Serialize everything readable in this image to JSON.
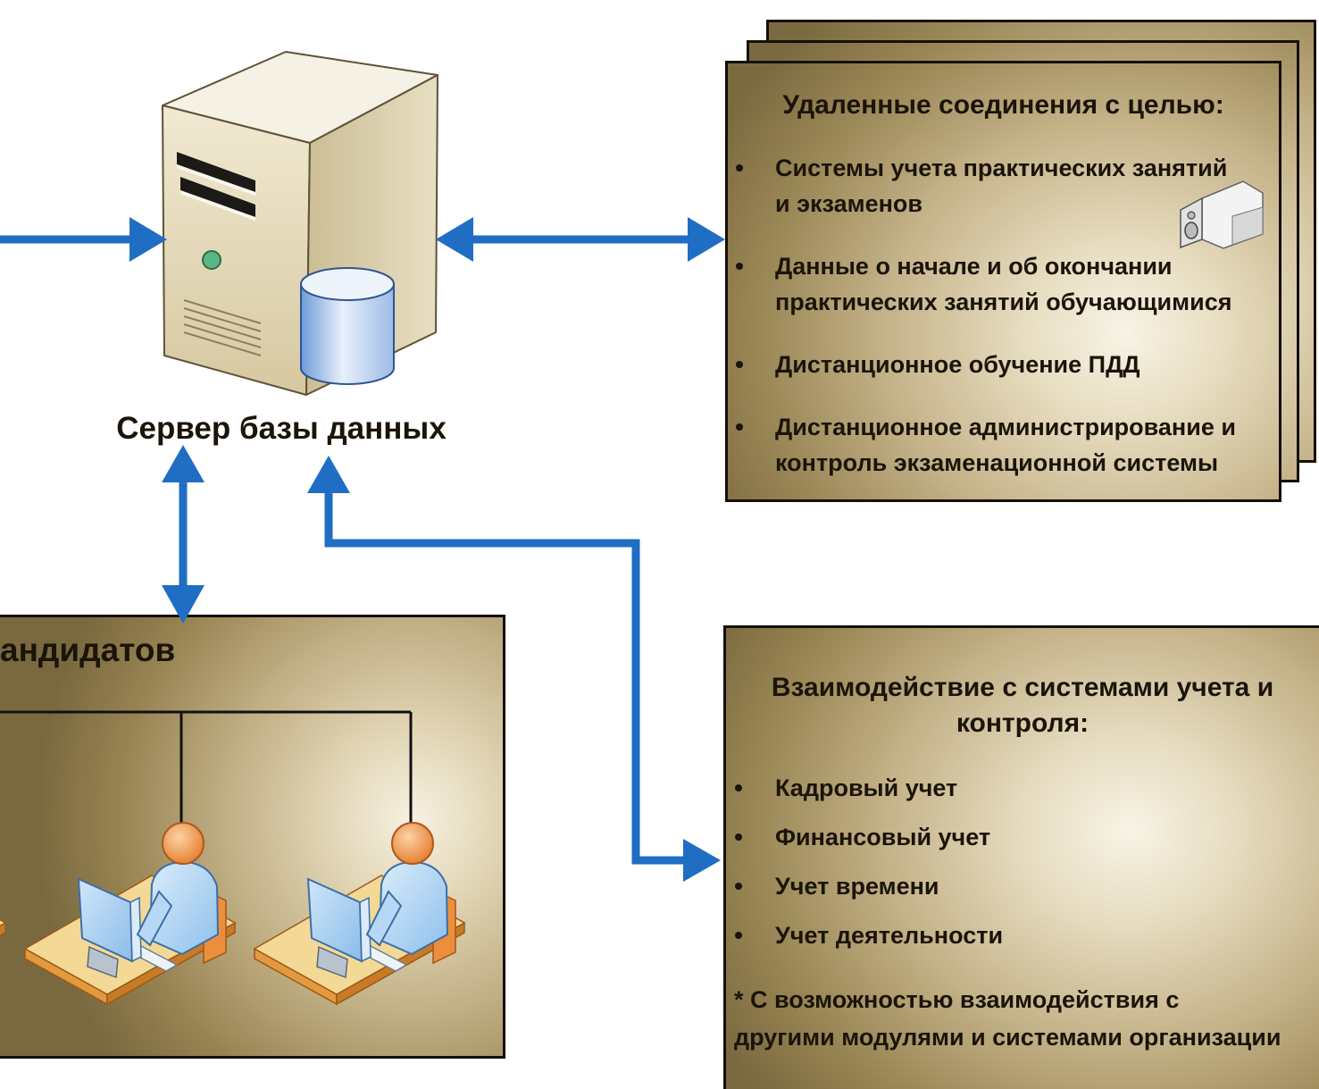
{
  "server": {
    "label": "Сервер базы данных"
  },
  "remote_connections": {
    "title": "Удаленные соединения с целью:",
    "items": [
      "Системы учета практических занятий\nи экзаменов",
      "Данные о начале и об окончании\nпрактических занятий обучающимися",
      "Дистанционное обучение ПДД",
      "Дистанционное администрирование и\nконтроль экзаменационной системы"
    ]
  },
  "candidates": {
    "title": "андидатов"
  },
  "integration": {
    "title": "Взаимодействие с системами учета и\nконтроля:",
    "items": [
      "Кадровый учет",
      "Финансовый учет",
      "Учет времени",
      "Учет деятельности"
    ],
    "footnote": "* С возможностью взаимодействия с\nдругими модулями и системами организации"
  },
  "icons": [
    "server-icon",
    "database-icon",
    "workstation-user-icon",
    "camera-icon",
    "bullet-dot"
  ],
  "colors": {
    "arrow": "#1f6ec4",
    "box_border": "#141008",
    "box_light": "#f8f3e6",
    "box_dark": "#7b6a40"
  }
}
